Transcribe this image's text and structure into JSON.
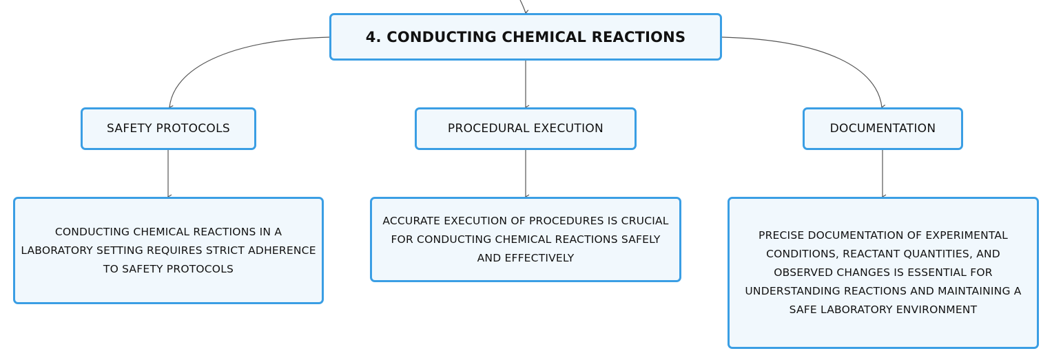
{
  "diagram": {
    "root": {
      "label": "4. CONDUCTING CHEMICAL REACTIONS"
    },
    "branches": [
      {
        "label": "SAFETY PROTOCOLS",
        "detail": "CONDUCTING CHEMICAL REACTIONS IN A LABORATORY SETTING REQUIRES STRICT ADHERENCE TO SAFETY PROTOCOLS"
      },
      {
        "label": "PROCEDURAL EXECUTION",
        "detail": "ACCURATE EXECUTION OF PROCEDURES IS CRUCIAL FOR CONDUCTING CHEMICAL REACTIONS SAFELY AND EFFECTIVELY"
      },
      {
        "label": "DOCUMENTATION",
        "detail": "PRECISE DOCUMENTATION OF EXPERIMENTAL CONDITIONS, REACTANT QUANTITIES, AND OBSERVED CHANGES IS ESSENTIAL FOR UNDERSTANDING REACTIONS AND MAINTAINING A SAFE LABORATORY ENVIRONMENT"
      }
    ],
    "colors": {
      "node_border": "#3a9ee4",
      "node_fill": "#f1f8fd",
      "connector": "#555555"
    }
  }
}
